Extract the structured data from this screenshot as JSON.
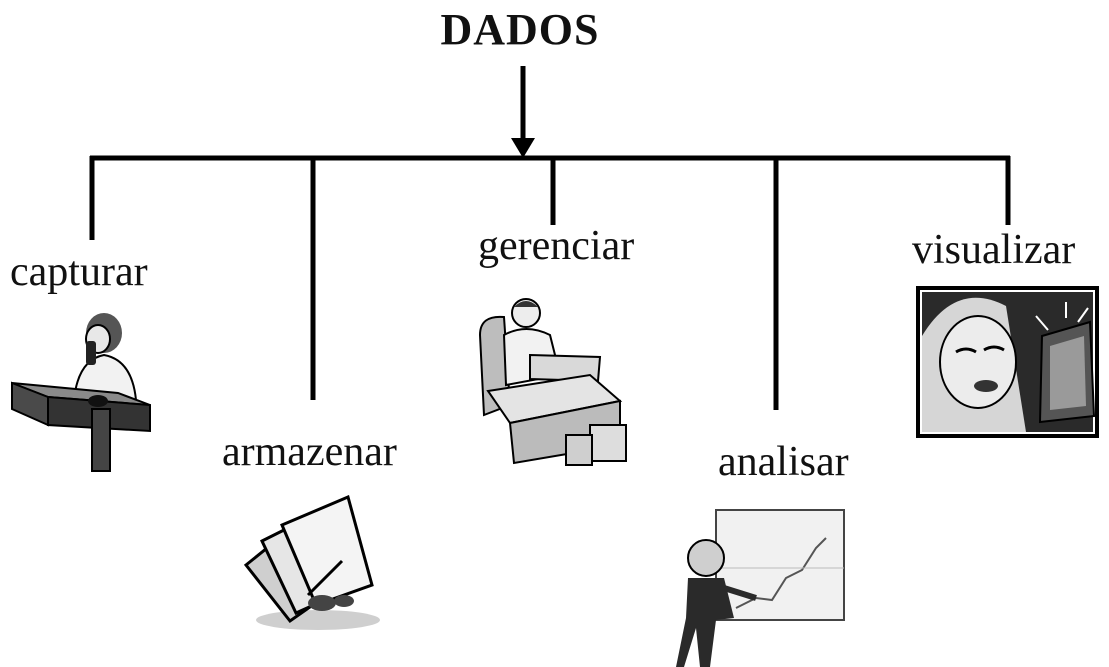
{
  "title": "DADOS",
  "steps": [
    {
      "label": "capturar",
      "icon": "receptionist-phone-icon"
    },
    {
      "label": "armazenar",
      "icon": "folders-icon"
    },
    {
      "label": "gerenciar",
      "icon": "desk-worker-icon"
    },
    {
      "label": "analisar",
      "icon": "chart-presenter-icon"
    },
    {
      "label": "visualizar",
      "icon": "woman-monitor-icon"
    }
  ]
}
